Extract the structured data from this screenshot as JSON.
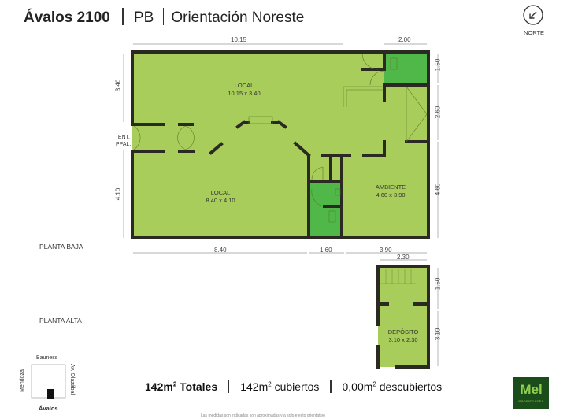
{
  "header": {
    "address": "Ávalos 2100",
    "floor": "PB",
    "orientation": "Orientación Noreste"
  },
  "north": {
    "icon": "arrow-down-left-icon",
    "label": "NORTE"
  },
  "colors": {
    "floor_fill": "#a9cd5b",
    "bath_fill": "#4fb848",
    "wall": "#2a2a22",
    "logo_bg": "#1b4d1b",
    "logo_text": "#8fd14f"
  },
  "planta_baja": {
    "label": "PLANTA BAJA",
    "entrance_label_1": "ENT.",
    "entrance_label_2": "PPAL.",
    "dims_top": [
      "10.15",
      "2.00"
    ],
    "dims_bottom": [
      "8.40",
      "1.60",
      "3.90"
    ],
    "dims_left": [
      "3.40",
      "4.10"
    ],
    "dims_right": [
      "1.50",
      "2.60",
      "4.60"
    ],
    "rooms": [
      {
        "name": "LOCAL",
        "size": "10.15 x 3.40"
      },
      {
        "name": "LOCAL",
        "size": "8.40 x 4.10"
      },
      {
        "name": "AMBIENTE",
        "size": "4.60 x 3.90"
      }
    ]
  },
  "planta_alta": {
    "label": "PLANTA ALTA",
    "dims_top": [
      "2.30"
    ],
    "dims_right": [
      "1.50",
      "3.10"
    ],
    "rooms": [
      {
        "name": "DEPÓSITO",
        "size": "3.10 x 2.30"
      }
    ]
  },
  "location_map": {
    "streets": {
      "top": "Bauness",
      "left": "Mendoza",
      "right": "Av. Olazábal",
      "bottom": "Ávalos"
    }
  },
  "totals": {
    "total_value": "142m",
    "total_label": "Totales",
    "covered_value": "142m",
    "covered_label": "cubiertos",
    "uncovered_value": "0,00m",
    "uncovered_label": "descubiertos",
    "sup": "2"
  },
  "disclaimer": "Las medidas son indicadas son aproximadas y a solo efecto orientativo",
  "logo": {
    "name": "Mel",
    "sub": "PROPIEDADES"
  }
}
